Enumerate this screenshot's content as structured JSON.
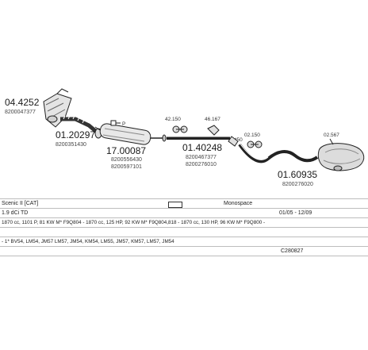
{
  "parts": [
    {
      "id": "p1",
      "number": "04.4252",
      "oe": "8200047377"
    },
    {
      "id": "p2",
      "number": "01.20297",
      "oe": "8200351430"
    },
    {
      "id": "p3",
      "number": "17.00087",
      "oe": [
        "8200556430",
        "8200597101"
      ]
    },
    {
      "id": "p4",
      "number": "01.40248",
      "oe": [
        "8200467377",
        "8200276010"
      ]
    },
    {
      "id": "p5",
      "number": "01.60935",
      "oe": "8200276020"
    }
  ],
  "small_parts": {
    "s1": "42.150",
    "s2": "46.167",
    "s3": "02.150",
    "s4": "02.567",
    "s5": "*50"
  },
  "vehicle": {
    "model": "Scenic II [CAT]",
    "body": "Monospace",
    "engine": "1.9 dCi TD",
    "period": "01/05 - 12/09",
    "specs": "1870 cc, 1101 P, 81 KW M* F9Q804 - 1870 cc, 125 HP, 92 KW M* F9Q804,818 - 1870 cc, 130 HP, 96 KW M* F9Q800 -",
    "codes": "- 1* BV54, LM54, JM57 LM57, JM54, KM54, LM55, JM57, KM57, LM57, JM54",
    "ref": "C280827"
  }
}
